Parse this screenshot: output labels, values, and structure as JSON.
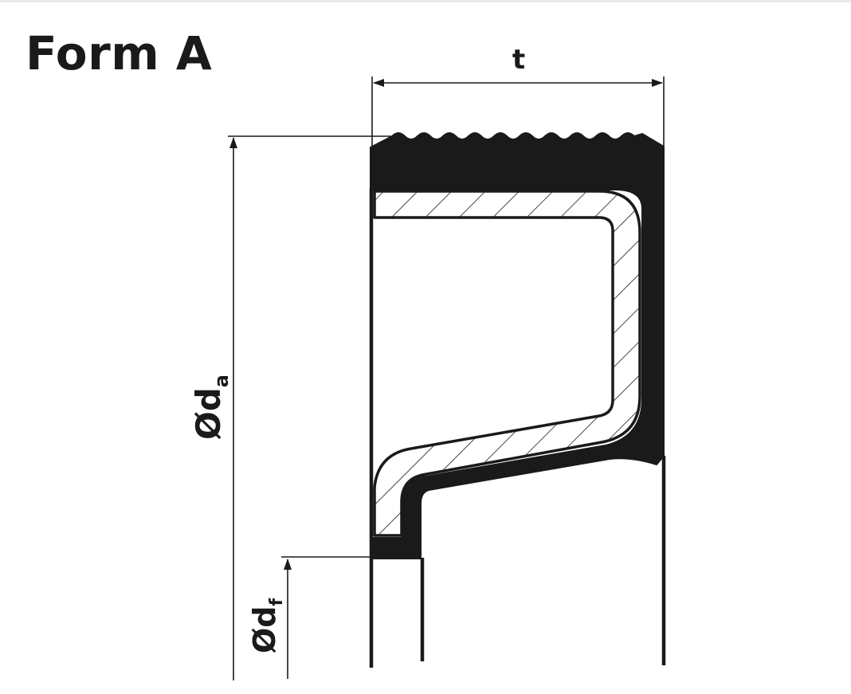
{
  "title": "Form A",
  "dimensions": {
    "width_label": "t",
    "outer_diameter": {
      "symbol": "Ød",
      "subscript": "a"
    },
    "flange_diameter": {
      "symbol": "Ød",
      "subscript": "f"
    }
  },
  "colors": {
    "ink": "#1a1a1a",
    "rubber_fill": "#1a1a1a",
    "background": "#ffffff"
  }
}
